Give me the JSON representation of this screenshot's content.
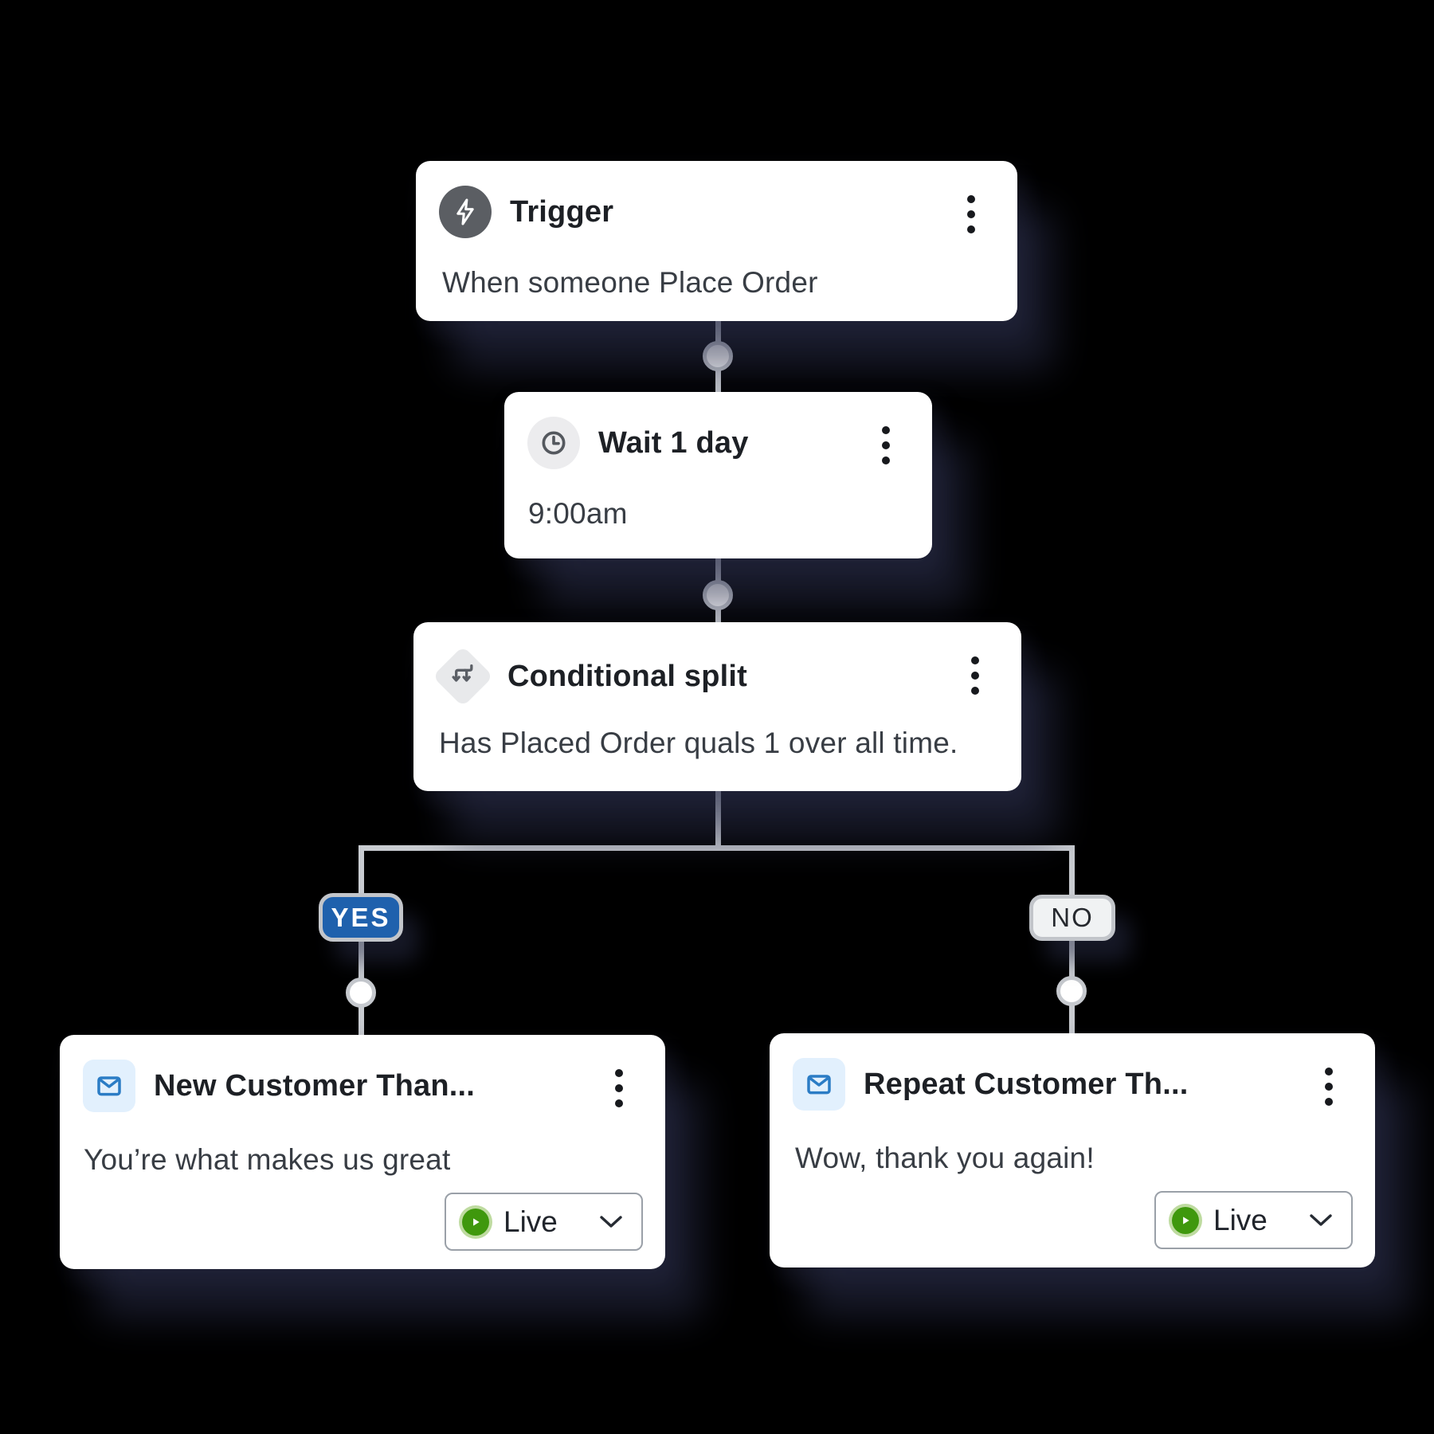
{
  "nodes": {
    "trigger": {
      "title": "Trigger",
      "description": "When someone Place Order"
    },
    "wait": {
      "title": "Wait 1 day",
      "description": "9:00am"
    },
    "split": {
      "title": "Conditional split",
      "description": "Has Placed Order quals 1 over all time."
    },
    "yes_email": {
      "title": "New Customer Than...",
      "description": "You’re what makes us great",
      "status": "Live"
    },
    "no_email": {
      "title": "Repeat Customer Th...",
      "description": "Wow, thank you again!",
      "status": "Live"
    }
  },
  "branches": {
    "yes_label": "YES",
    "no_label": "NO"
  },
  "colors": {
    "yes_badge_blue": "#1f61ad",
    "no_badge_gray": "#f0f2f3",
    "live_green": "#3f980d",
    "email_icon_blue": "#2b7cc5",
    "connector_gray": "#c9ccd1",
    "card_white": "#ffffff",
    "trigger_icon_gray": "#5b5e63"
  }
}
